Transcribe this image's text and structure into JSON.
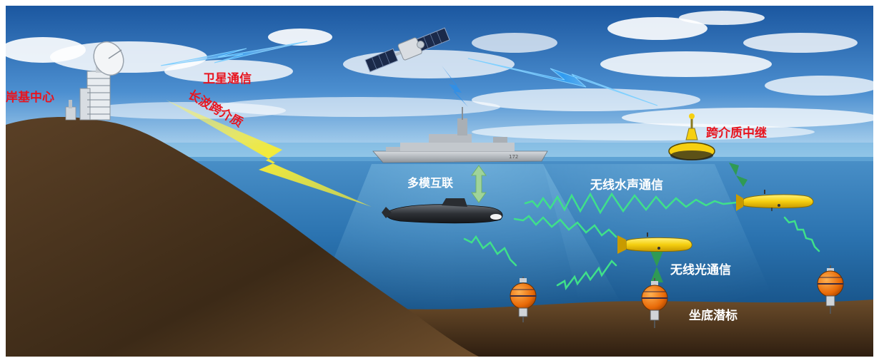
{
  "labels": {
    "shore_center": "岸基中心",
    "satellite_comm": "卫星通信",
    "longwave_cross_medium": "长波跨介质",
    "cross_medium_relay": "跨介质中继",
    "multimode_interconnect": "多模互联",
    "wireless_acoustic_comm": "无线水声通信",
    "wireless_optical_comm": "无线光通信",
    "seabed_buoy": "坐底潜标",
    "ship_hull_number": "172"
  },
  "colors": {
    "sky_top": "#1d5fa8",
    "sky_mid": "#5a97d3",
    "horizon": "#b8dcf2",
    "sea_top": "#3f86c0",
    "sea_deep": "#0d4d86",
    "seabed": "#5a3f22",
    "mountain": "#4a3420",
    "label_red": "#e8141e",
    "label_white": "#ffffff",
    "acoustic_green": "#3fe08a",
    "optical_green": "#3aa85a",
    "longwave_yellow": "#f2ea3a",
    "satellite_link_blue": "#2f9bf0",
    "buoy_orange": "#f07a10",
    "auv_yellow": "#f5d312",
    "relay_yellow": "#f6d010"
  },
  "icons": {
    "shore_station": "radar-tower-icon",
    "satellite": "satellite-icon",
    "surface_ship": "destroyer-icon",
    "submarine": "submarine-icon",
    "relay_buoy": "surface-buoy-icon",
    "auv": "auv-icon",
    "seabed_buoy": "seabed-buoy-icon"
  }
}
